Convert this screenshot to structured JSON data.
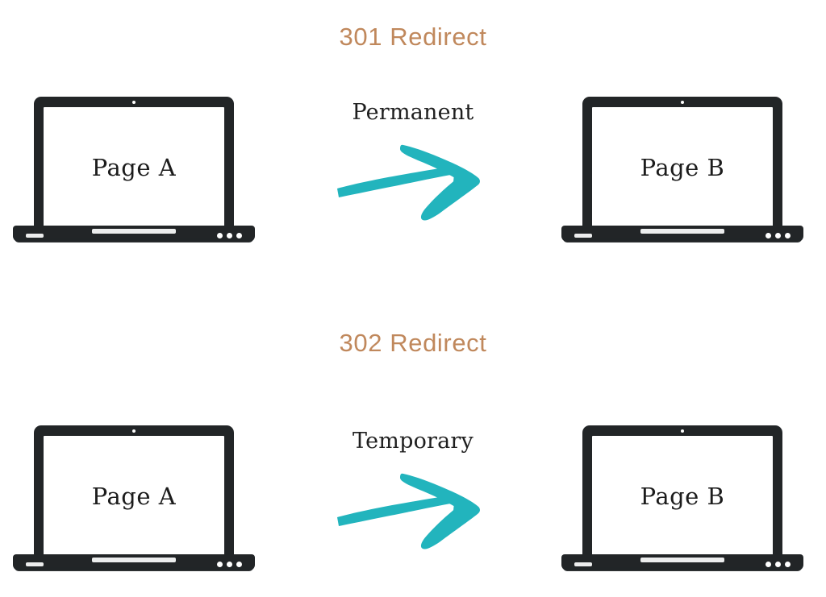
{
  "page": {
    "background_color": "#ffffff",
    "title_color": "#c0885c",
    "arrow_color": "#22b4bd",
    "device_color": "#222527",
    "screen_color": "#ffffff",
    "text_color": "#1c1c1c"
  },
  "sections": [
    {
      "id": "redirect-301",
      "title": "301 Redirect",
      "source_device": {
        "screen_label": "Page A",
        "icon": "laptop-icon"
      },
      "connector": {
        "label": "Permanent",
        "icon": "arrow-right-icon",
        "color": "#22b4bd"
      },
      "target_device": {
        "screen_label": "Page B",
        "icon": "laptop-icon"
      }
    },
    {
      "id": "redirect-302",
      "title": "302 Redirect",
      "source_device": {
        "screen_label": "Page A",
        "icon": "laptop-icon"
      },
      "connector": {
        "label": "Temporary",
        "icon": "arrow-right-icon",
        "color": "#22b4bd"
      },
      "target_device": {
        "screen_label": "Page B",
        "icon": "laptop-icon"
      }
    }
  ]
}
